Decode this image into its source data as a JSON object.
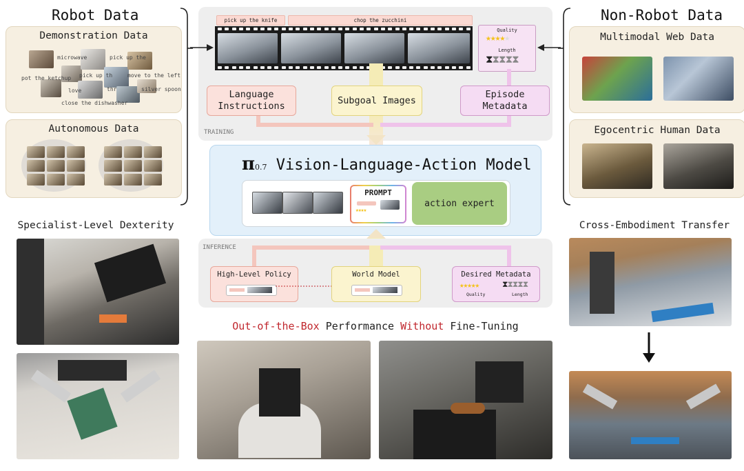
{
  "left": {
    "title": "Robot Data",
    "demonstration": {
      "title": "Demonstration Data",
      "labels": [
        "microwave",
        "pick up the",
        "pot the ketchup",
        "pick up th",
        "move to the left",
        "love",
        "thr",
        "silver spoon",
        "close the dishwasher"
      ]
    },
    "autonomous": {
      "title": "Autonomous Data"
    },
    "specialist": {
      "title": "Specialist-Level Dexterity"
    }
  },
  "right": {
    "title": "Non-Robot Data",
    "web": {
      "title": "Multimodal Web Data"
    },
    "ego": {
      "title": "Egocentric Human Data"
    },
    "cross": {
      "title": "Cross-Embodiment Transfer"
    }
  },
  "training": {
    "section_label": "TRAINING",
    "instruction_1": "pick up the knife",
    "instruction_2": "chop the zucchini",
    "metadata_card": {
      "quality": "Quality",
      "length": "Length"
    },
    "box_language": "Language\nInstructions",
    "box_subgoal": "Subgoal Images",
    "box_metadata": "Episode\nMetadata"
  },
  "model": {
    "pi": "π",
    "pi_sub": "0.7",
    "title": "Vision-Language-Action Model",
    "prompt": "PROMPT",
    "action_expert": "action expert"
  },
  "inference": {
    "section_label": "INFERENCE",
    "high_level": "High-Level Policy",
    "world_model": "World Model",
    "desired_metadata": "Desired Metadata",
    "quality": "Quality",
    "length": "Length"
  },
  "bottom": {
    "part1": "Out-of-the-Box",
    "part2": " Performance ",
    "part3": "Without",
    "part4": " Fine-Tuning"
  },
  "colors": {
    "panel": "#f6efe1",
    "language": "#fbe1dc",
    "subgoal": "#fbf4cf",
    "metadata": "#f5dcf3",
    "model": "#e3f0fa",
    "action": "#a9cd82",
    "highlight_red": "#c0262d"
  }
}
